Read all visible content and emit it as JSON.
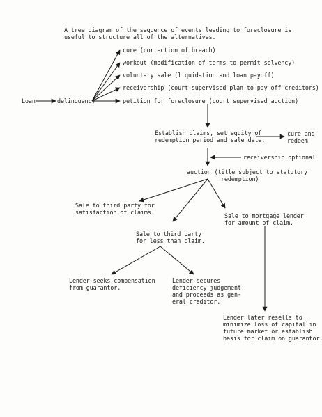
{
  "intro": [
    "A tree diagram of the sequence of events leading to foreclosure is",
    "useful to structure all of the alternatives."
  ],
  "nodes": {
    "loan": "Loan",
    "delinquency": "delinquency",
    "cure": "cure (correction of breach)",
    "workout": "workout (modification of terms to permit solvency)",
    "voluntary_sale": "voluntary sale (liquidation and loan payoff)",
    "receivership": "receivership (court supervised plan to pay off creditors)",
    "petition": "petition for foreclosure (court supervised auction)",
    "establish_claims": [
      "Establish claims, set equity of",
      "redemption period and sale date."
    ],
    "cure_redeem": [
      "cure and",
      "redeem"
    ],
    "receivership_optional": "receivership optional",
    "auction": [
      "auction (title subject to statutory",
      "redemption)"
    ],
    "sale_third_satisfaction": [
      "Sale to third party for",
      "satisfaction of claims."
    ],
    "sale_mortgage_lender": [
      "Sale to mortgage lender",
      "for amount of claim."
    ],
    "sale_third_less": [
      "Sale to third party",
      "for less than claim."
    ],
    "lender_guarantor": [
      "Lender seeks compensation",
      "from guarantor."
    ],
    "lender_deficiency": [
      "Lender secures",
      "deficiency judgement",
      "and proceeds as gen-",
      "eral creditor."
    ],
    "lender_resells": [
      "Lender later resells to",
      "minimize loss of capital in",
      "future market or establish",
      "basis for claim on guarantor."
    ]
  }
}
